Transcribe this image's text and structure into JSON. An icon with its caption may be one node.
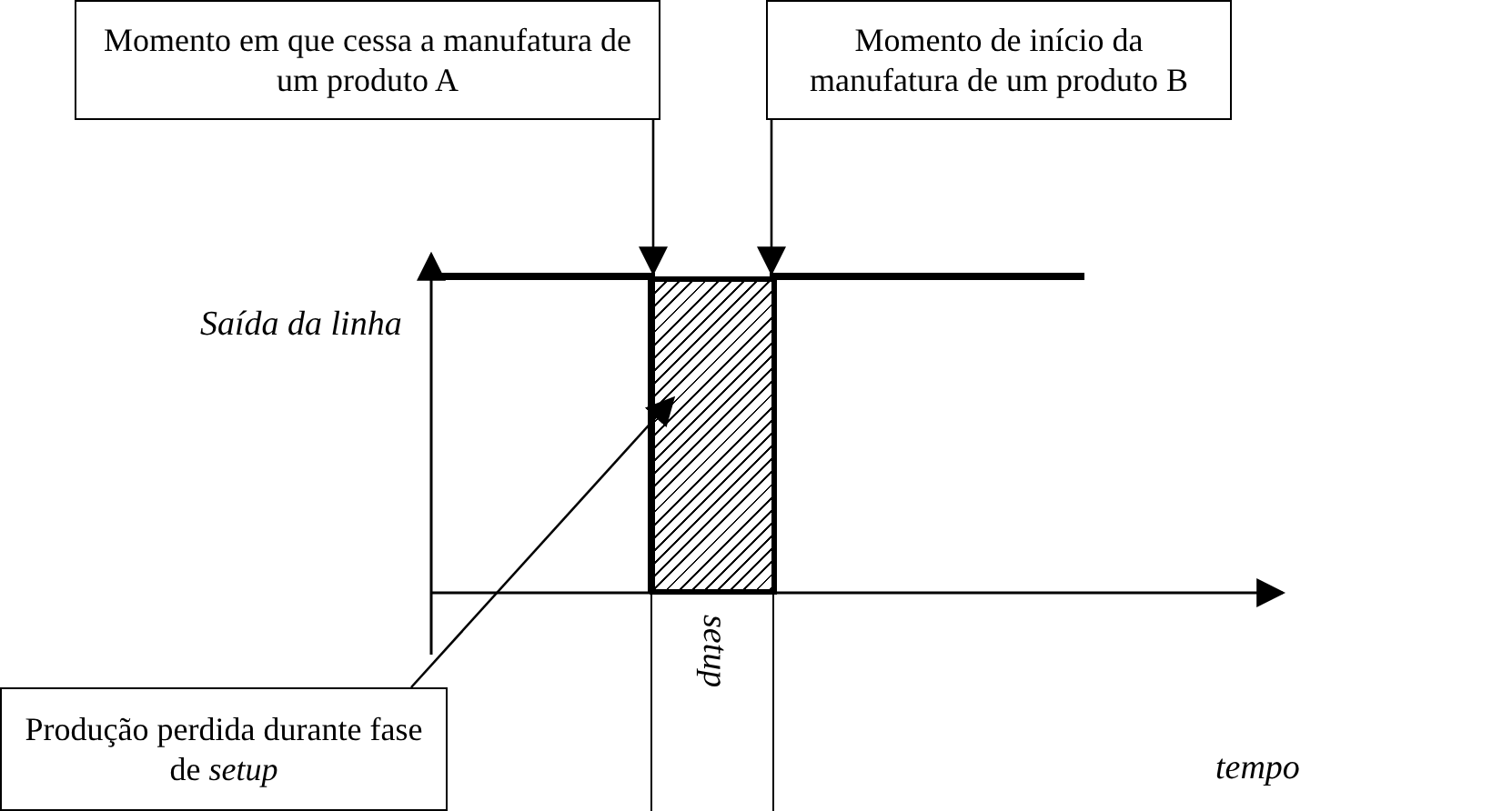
{
  "diagram": {
    "nodes": [
      {
        "text": [
          "Momento em que cessa a manufatura de um produto A"
        ]
      },
      {
        "text": [
          "Momento de início da manufatura de um produto B"
        ]
      },
      {
        "text": [
          "Produção perdida durante fase de *setup*"
        ]
      },
      {
        "text": [],
        "shape": "box"
      }
    ],
    "edges": [
      {
        "from": 0,
        "to": 3,
        "arrow": "to"
      },
      {
        "from": 1,
        "to": 3,
        "arrow": "to"
      },
      {
        "from": 2,
        "to": 3,
        "arrow": "to"
      }
    ],
    "labels": [
      "Saída da linha",
      "tempo",
      "setup"
    ]
  }
}
